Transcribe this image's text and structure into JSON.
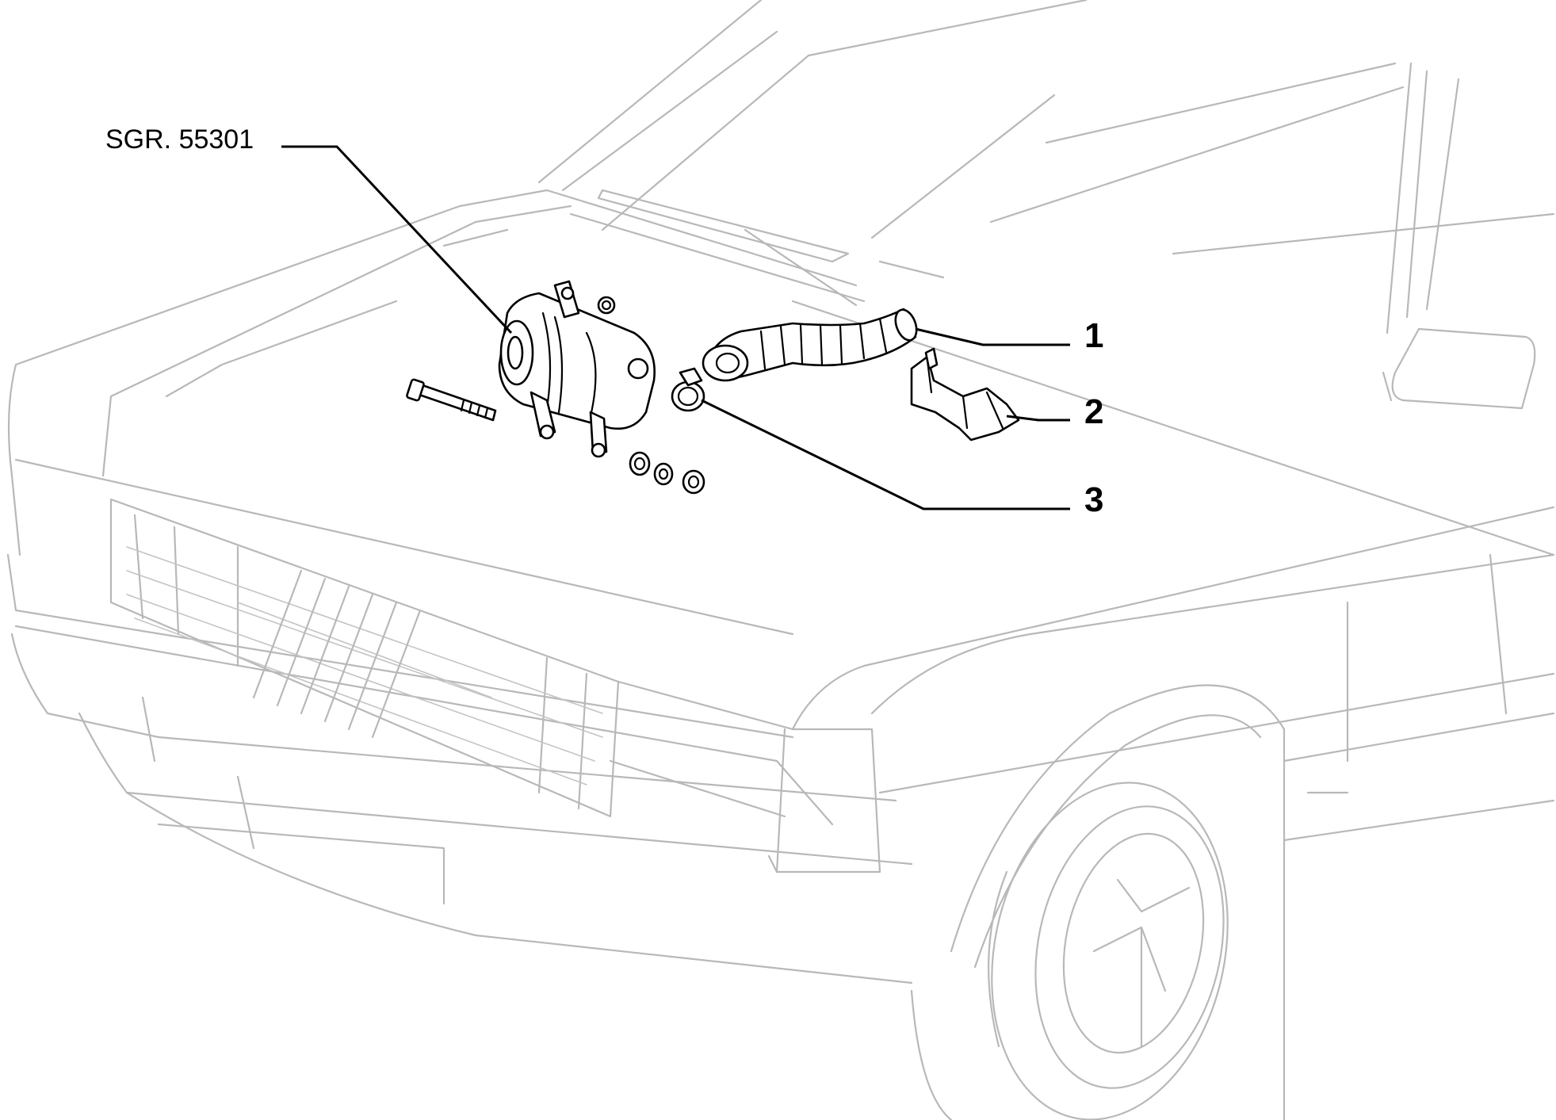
{
  "diagram": {
    "group_reference": "SGR. 55301",
    "callouts": [
      {
        "number": "1",
        "part": "hose"
      },
      {
        "number": "2",
        "part": "bracket"
      },
      {
        "number": "3",
        "part": "clamp"
      }
    ],
    "colors": {
      "car_outline": "#b8b8b8",
      "parts": "#000000",
      "background": "#ffffff"
    }
  }
}
